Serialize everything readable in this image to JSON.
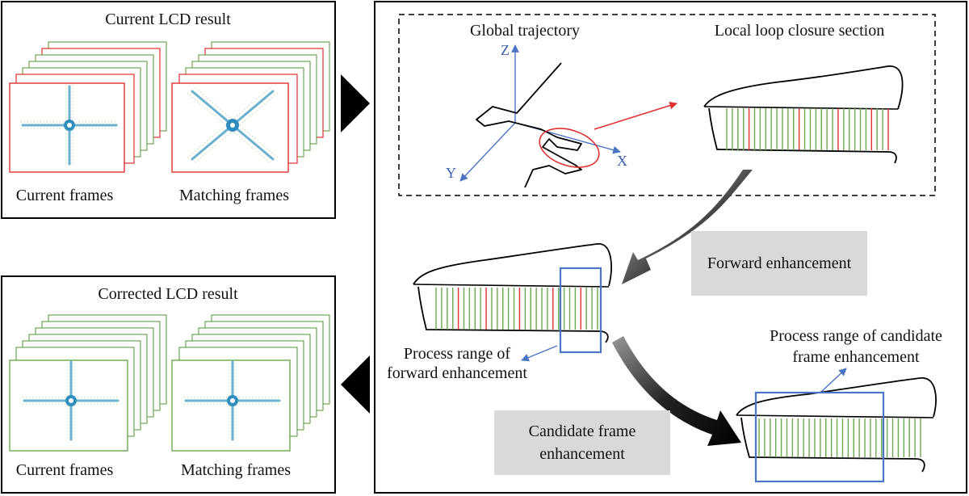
{
  "left_top_panel": {
    "title": "Current LCD result",
    "left_caption": "Current frames",
    "right_caption": "Matching frames"
  },
  "left_bottom_panel": {
    "title": "Corrected LCD result",
    "left_caption": "Current frames",
    "right_caption": "Matching frames"
  },
  "right_panel": {
    "global_trajectory_label": "Global trajectory",
    "local_loop_label": "Local loop closure section",
    "axis_z": "Z",
    "axis_y": "Y",
    "axis_x": "X",
    "forward_label": "Forward enhancement",
    "candidate_label_line1": "Candidate frame",
    "candidate_label_line2": "enhancement",
    "forward_range_line1": "Process range of",
    "forward_range_line2": "forward enhancement",
    "candidate_range_line1": "Process range of candidate",
    "candidate_range_line2": "frame enhancement"
  },
  "colors": {
    "match_green": "#6aa84f",
    "mismatch_red": "#e03030",
    "range_blue": "#4a74c4",
    "axis_blue": "#4a74c4",
    "label_box_gray": "#d9d9d9"
  }
}
